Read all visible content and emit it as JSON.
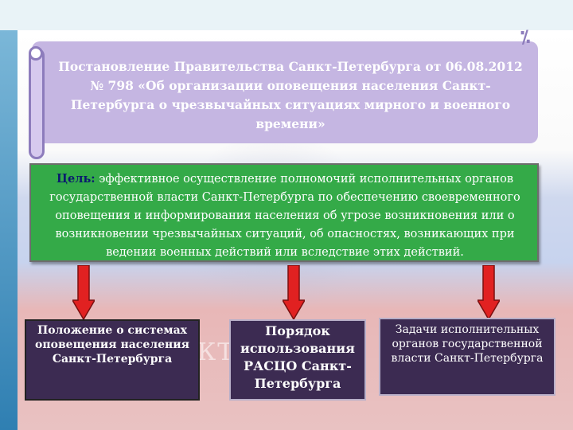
{
  "resolution": {
    "text": "Постановление Правительства Санкт-Петербурга от 06.08.2012 № 798 «Об организации оповещения населения Санкт-Петербурга о чрезвычайных ситуациях мирного и военного времени»"
  },
  "goal": {
    "label": "Цель:",
    "text": " эффективное осуществление полномочий исполнительных органов государственной власти Санкт-Петербурга по обеспечению своевременного оповещения и информирования населения об угрозе возникновения или о возникновении чрезвычайных ситуаций, об опасностях, возникающих при ведении военных действий или вследствие этих действий."
  },
  "boxes": [
    {
      "text": "Положение о системах оповещения населения Санкт-Петербурга"
    },
    {
      "text": "Порядок использования РАСЦО Санкт-Петербурга"
    },
    {
      "text": "Задачи исполнительных органов государственной власти Санкт-Петербурга"
    }
  ],
  "colors": {
    "scroll": "#c5b6e2",
    "goal_box": "#34aa48",
    "bottom_box": "#3c2b52",
    "arrow": "#e12121"
  }
}
